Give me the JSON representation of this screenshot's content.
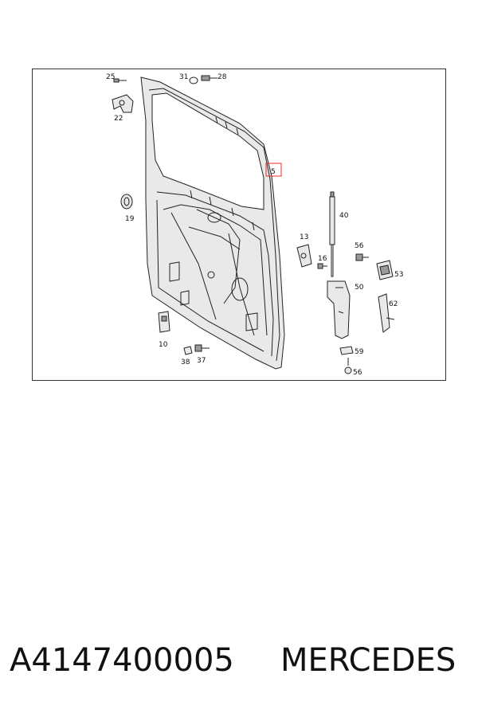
{
  "diagram": {
    "callouts": {
      "c25": "25",
      "c22": "22",
      "c31": "31",
      "c28": "28",
      "c5": "5",
      "c19": "19",
      "c40": "40",
      "c13": "13",
      "c56a": "56",
      "c16": "16",
      "c53": "53",
      "c50": "50",
      "c62": "62",
      "c10": "10",
      "c38": "38",
      "c37": "37",
      "c59": "59",
      "c56b": "56"
    },
    "highlight_color": "#e03030"
  },
  "footer": {
    "part_number": "A4147400005",
    "brand": "MERCEDES"
  }
}
